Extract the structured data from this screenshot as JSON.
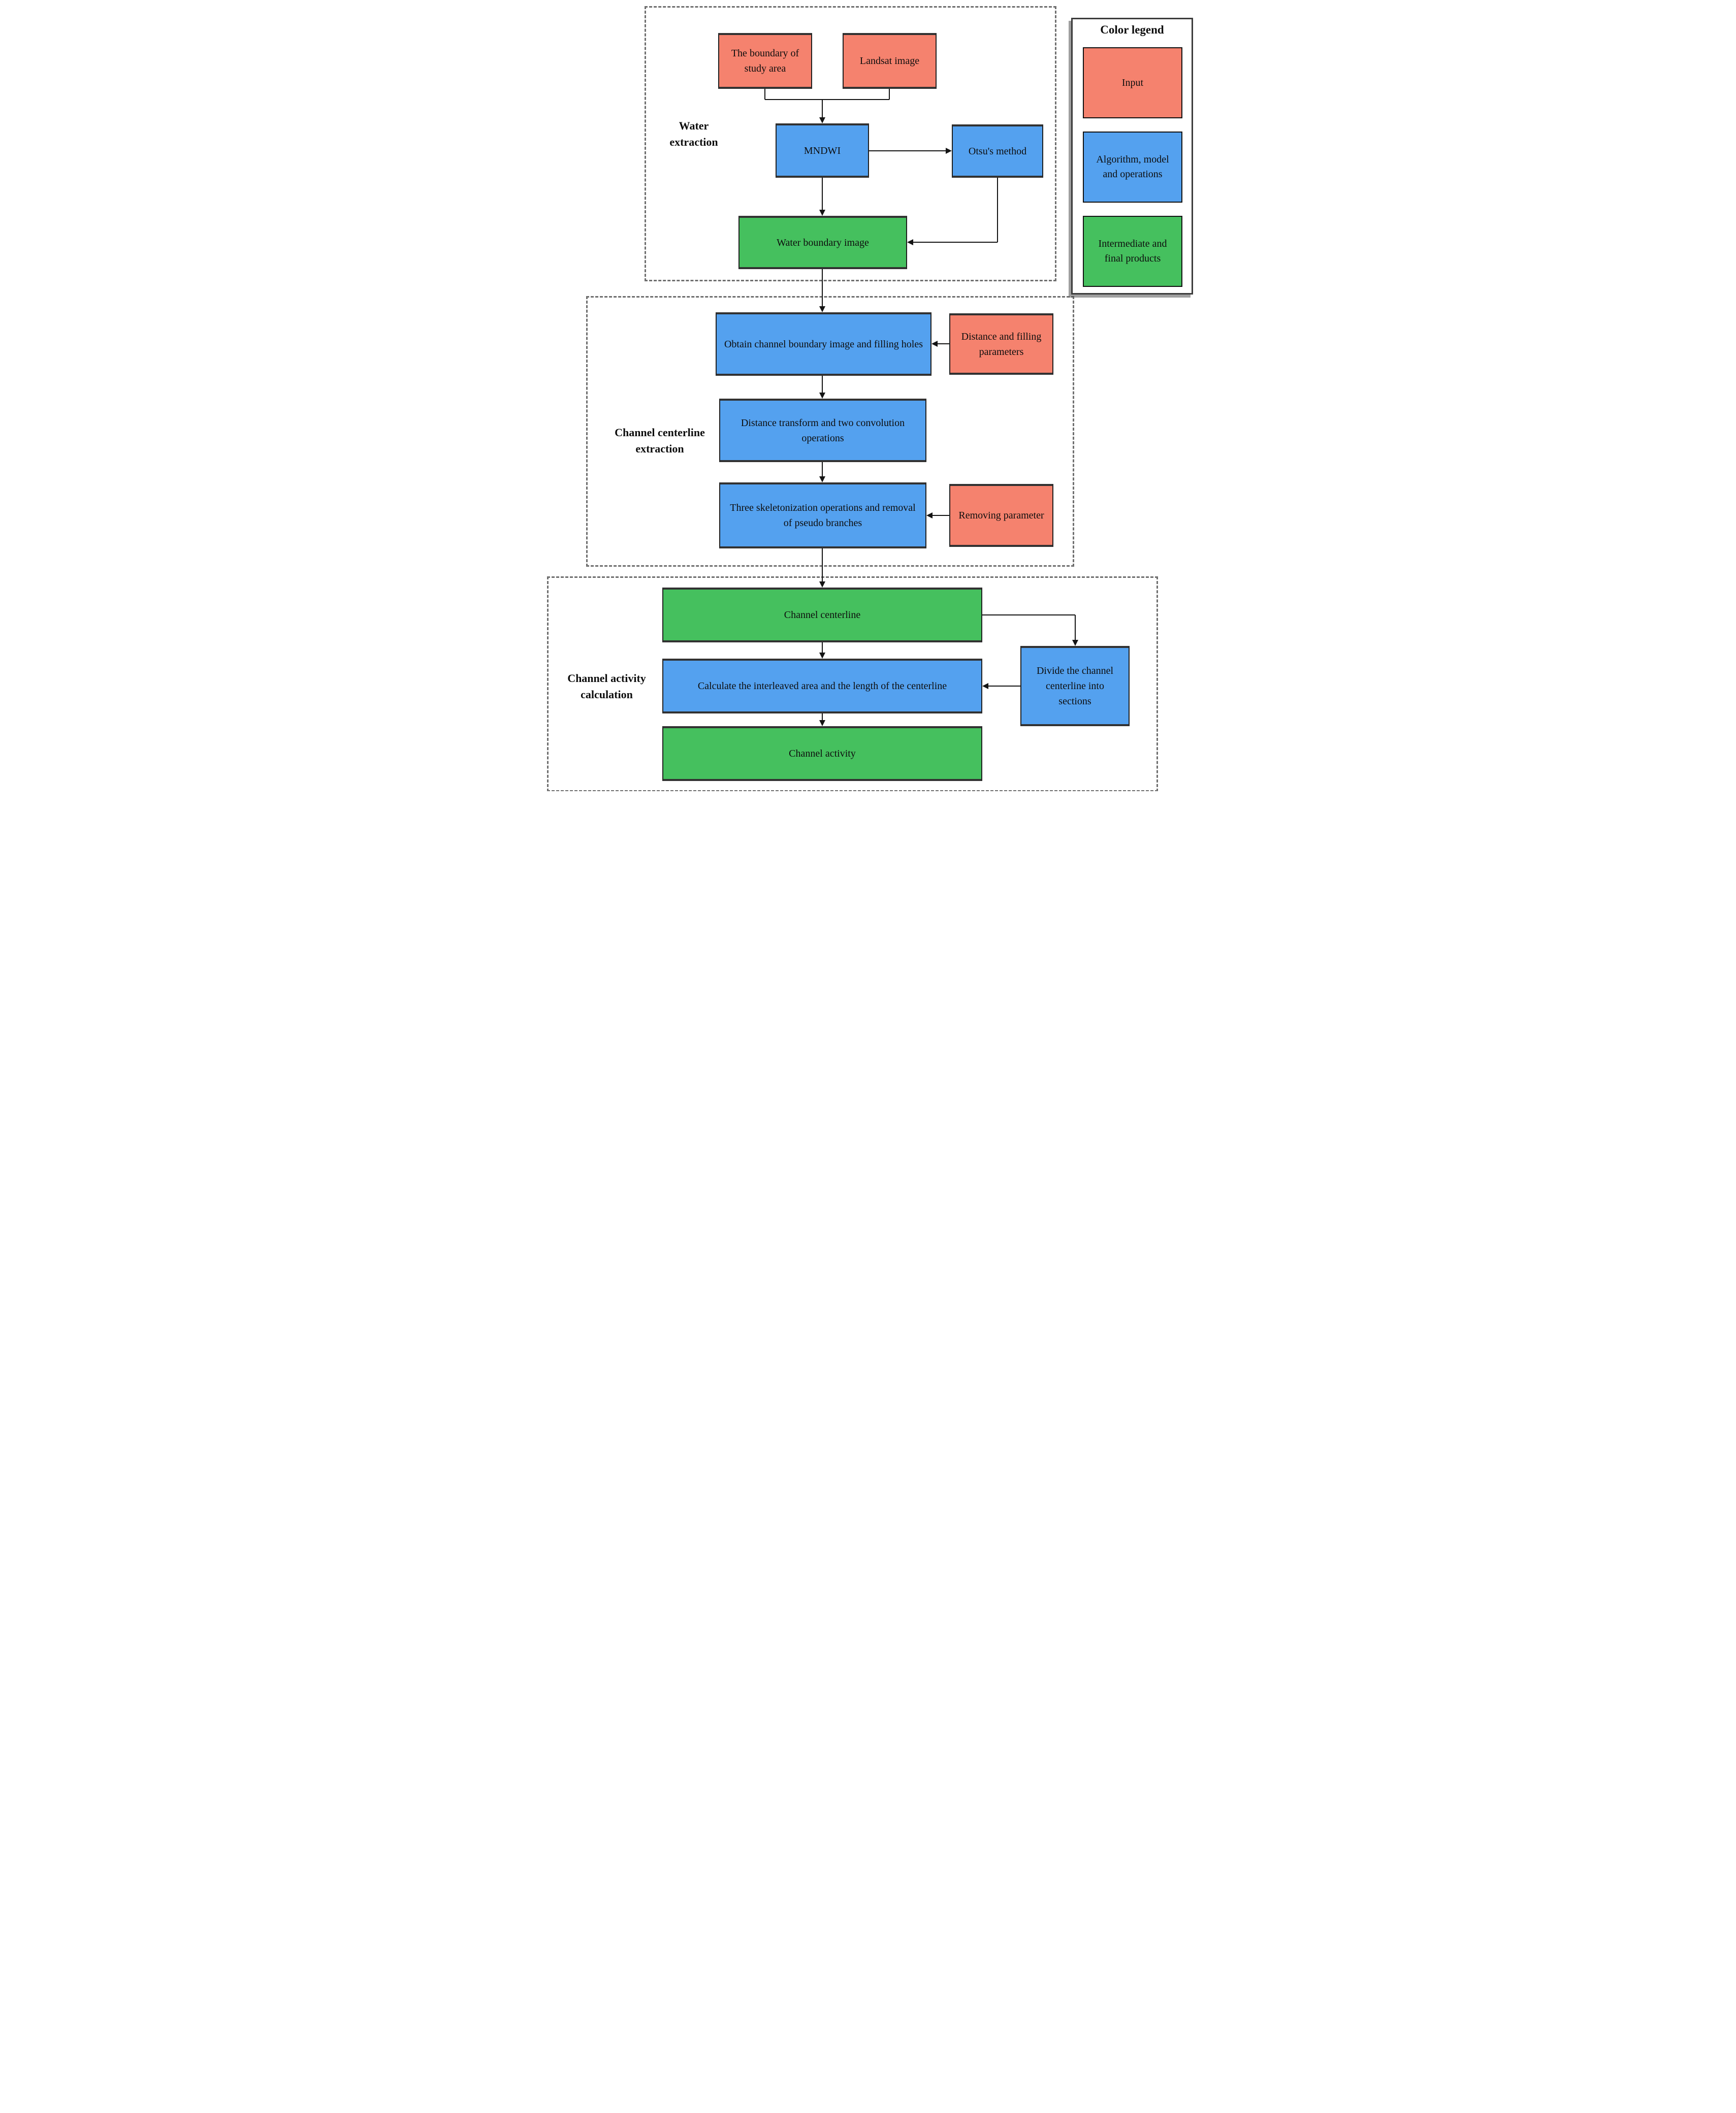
{
  "figure": {
    "type": "flowchart",
    "background": "#ffffff"
  },
  "colors": {
    "input": "#F5826E",
    "algorithm": "#54A1EF",
    "product": "#45C05E",
    "connector": "#141414",
    "section_border": "#6f6f6f"
  },
  "sections": [
    {
      "id": "water",
      "label": "Water extraction"
    },
    {
      "id": "centerline",
      "label": "Channel centerline extraction"
    },
    {
      "id": "activity",
      "label": "Channel activity calculation"
    }
  ],
  "nodes": [
    {
      "id": "boundary-of-study-area",
      "label": "The boundary of study area",
      "type": "input"
    },
    {
      "id": "landsat-image",
      "label": "Landsat image",
      "type": "input"
    },
    {
      "id": "mndwi",
      "label": "MNDWI",
      "type": "algorithm"
    },
    {
      "id": "otsu-method",
      "label": "Otsu's method",
      "type": "algorithm"
    },
    {
      "id": "water-boundary-image",
      "label": "Water boundary image",
      "type": "product"
    },
    {
      "id": "obtain-channel-boundary",
      "label": "Obtain channel boundary image and filling holes",
      "type": "algorithm"
    },
    {
      "id": "distance-filling-parameters",
      "label": "Distance and filling parameters",
      "type": "input"
    },
    {
      "id": "distance-transform",
      "label": "Distance transform and two convolution operations",
      "type": "algorithm"
    },
    {
      "id": "skeletonization",
      "label": "Three skeletonization operations and removal of pseudo branches",
      "type": "algorithm"
    },
    {
      "id": "removing-parameter",
      "label": "Removing parameter",
      "type": "input"
    },
    {
      "id": "channel-centerline",
      "label": "Channel centerline",
      "type": "product"
    },
    {
      "id": "divide-centerline",
      "label": "Divide the channel centerline into sections",
      "type": "algorithm"
    },
    {
      "id": "calculate-interleaved-area",
      "label": "Calculate the interleaved area and the length of the centerline",
      "type": "algorithm"
    },
    {
      "id": "channel-activity",
      "label": "Channel activity",
      "type": "product"
    }
  ],
  "legend": {
    "title": "Color legend",
    "items": [
      {
        "label": "Input",
        "type": "input"
      },
      {
        "label": "Algorithm, model and operations",
        "type": "algorithm"
      },
      {
        "label": "Intermediate and final products",
        "type": "product"
      }
    ]
  }
}
